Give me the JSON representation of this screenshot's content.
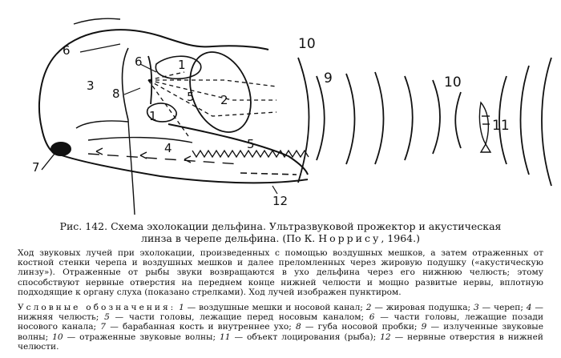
{
  "figure": {
    "labels": {
      "l1a": "1",
      "l1b": "1",
      "l2": "2",
      "l3": "3",
      "l4": "4",
      "l5a": "5",
      "l5b": "5",
      "l6a": "6",
      "l6b": "6",
      "l7": "7",
      "l8": "8",
      "l9": "9",
      "l10a": "10",
      "l10b": "10",
      "l11": "11",
      "l12": "12"
    }
  },
  "caption": {
    "fig_label": "Рис. 142.",
    "line1": "Схема эхолокации дельфина. Ультразвуковой прожектор и акустическая",
    "line2_start": "линза в черепе дельфина. (По К.",
    "author": "Норрису",
    "line2_end": ", 1964.)"
  },
  "body": {
    "paragraph": "Ход звуковых лучей при эхолокации, произведенных с помощью воздушных мешков, а затем отраженных от костной стенки черепа и воздушных мешков и далее преломленных через жировую подушку («акустическую линзу»). Отраженные от рыбы звуки возвращаются в ухо дельфина через его нижнюю челюсть; этому способствуют нервные отверстия на переднем конце нижней челюсти и мощно развитые нервы, вплотную подходящие к органу слуха (показано стрелками). Ход лучей изображен пунктиром."
  },
  "legend": {
    "title": "Условные обозначения:",
    "items": [
      {
        "n": "1",
        "t": "воздушные мешки и носовой канал;"
      },
      {
        "n": "2",
        "t": "жировая подушка;"
      },
      {
        "n": "3",
        "t": "череп;"
      },
      {
        "n": "4",
        "t": "нижняя челюсть;"
      },
      {
        "n": "5",
        "t": "части головы, лежащие перед носовым каналом;"
      },
      {
        "n": "6",
        "t": "части головы, лежащие позади носового канала;"
      },
      {
        "n": "7",
        "t": "барабанная кость и внутреннее ухо;"
      },
      {
        "n": "8",
        "t": "губа носовой пробки;"
      },
      {
        "n": "9",
        "t": "излученные звуковые волны;"
      },
      {
        "n": "10",
        "t": "отраженные звуковые волны;"
      },
      {
        "n": "11",
        "t": "объект лоцирования (рыба);"
      },
      {
        "n": "12",
        "t": "нервные отверстия в нижней челюсти."
      }
    ]
  }
}
